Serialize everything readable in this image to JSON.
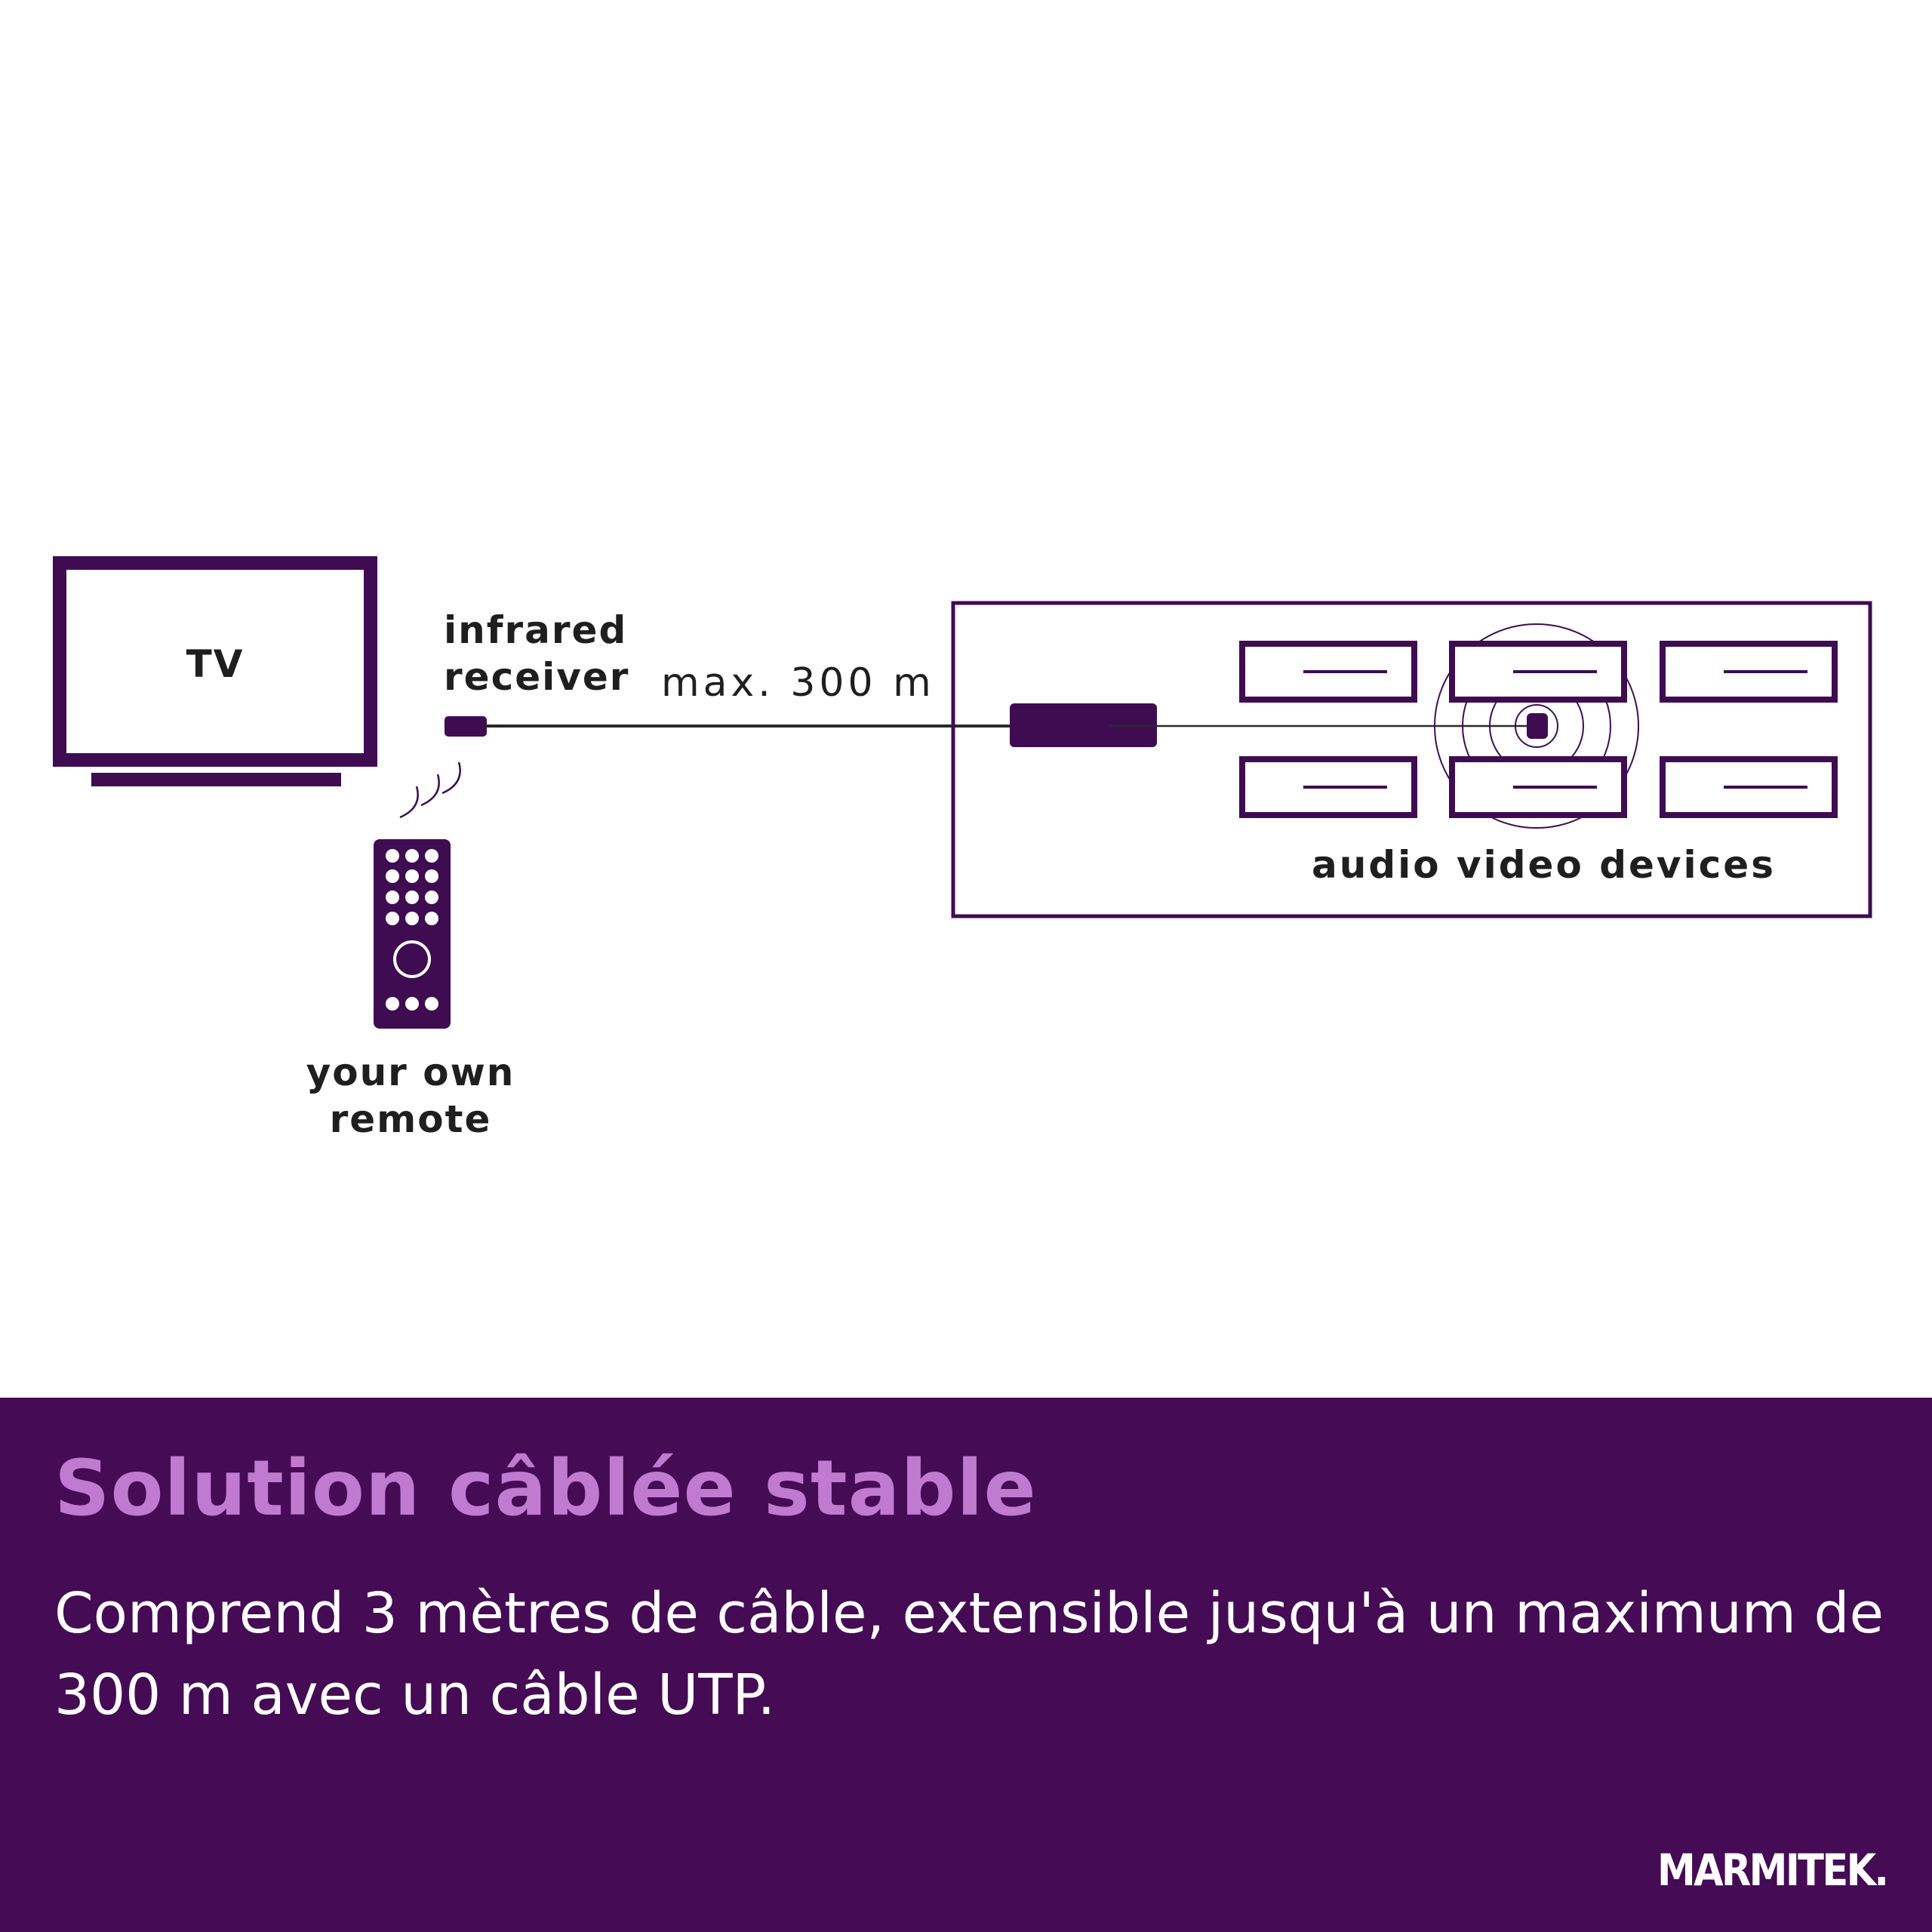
{
  "colors": {
    "primary": "#3f0c52",
    "accent": "#c07ad0",
    "text": "#1f1f1f",
    "panel_bg": "#450b55"
  },
  "diagram": {
    "tv_label": "TV",
    "ir_receiver_label_line1": "infrared",
    "ir_receiver_label_line2": "receiver",
    "cable_label": "max. 300 m",
    "devices_label": "audio video devices",
    "remote_label_line1": "your own",
    "remote_label_line2": "remote",
    "icons": [
      "tv-icon",
      "remote-icon",
      "ir-receiver-icon",
      "ir-transmitter-icon",
      "av-device-icon",
      "ir-signal-icon"
    ]
  },
  "panel": {
    "title": "Solution câblée stable",
    "description": "Comprend 3 mètres de câble, extensible jusqu'à un maximum de 300 m avec un câble UTP.",
    "brand": "MARMITEK."
  }
}
